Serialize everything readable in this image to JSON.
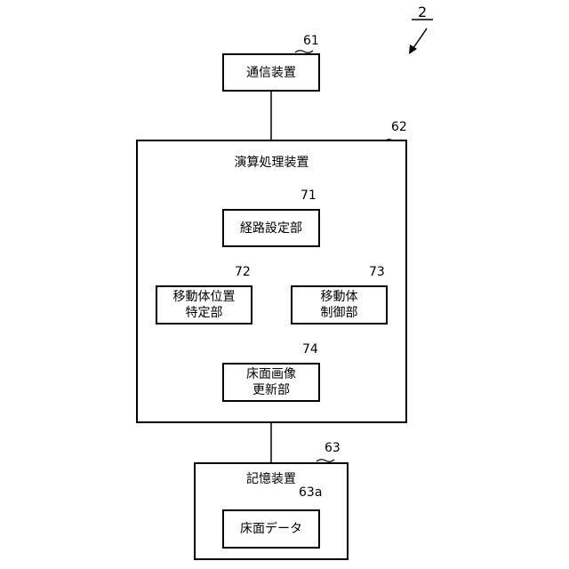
{
  "figure_ref": "2",
  "comm": {
    "ref": "61",
    "label": "通信装置"
  },
  "proc": {
    "ref": "62",
    "title": "演算処理装置",
    "route": {
      "ref": "71",
      "label": "経路設定部"
    },
    "mobile_pos": {
      "ref": "72",
      "line1": "移動体位置",
      "line2": "特定部"
    },
    "mobile_ctrl": {
      "ref": "73",
      "line1": "移動体",
      "line2": "制御部"
    },
    "floor_update": {
      "ref": "74",
      "line1": "床面画像",
      "line2": "更新部"
    }
  },
  "storage": {
    "ref": "63",
    "title": "記憶装置",
    "floor_data": {
      "ref": "63a",
      "label": "床面データ"
    }
  }
}
